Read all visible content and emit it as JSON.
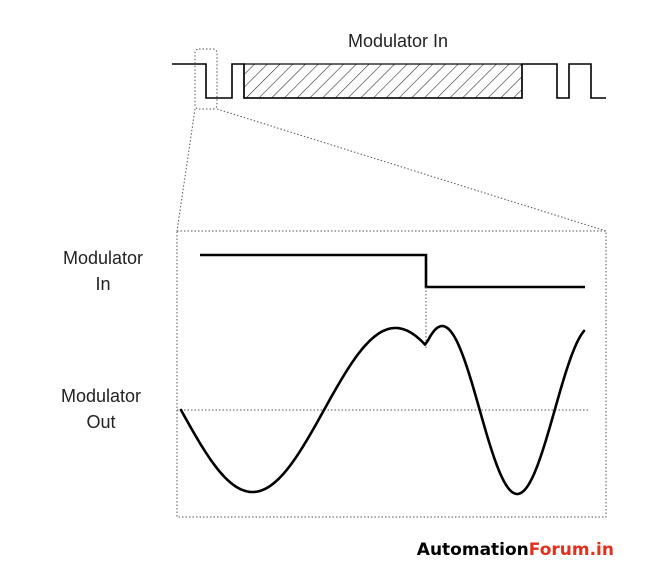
{
  "top_signal": {
    "title": "Modulator In"
  },
  "zoom_panel": {
    "input_label_line1": "Modulator",
    "input_label_line2": "In",
    "output_label_line1": "Modulator",
    "output_label_line2": "Out"
  },
  "watermark": {
    "part1": "Automation",
    "part2": "Forum.in",
    "color_part1": "#000000",
    "color_part2": "#e0301e"
  },
  "colors": {
    "stroke": "#000000",
    "dotted": "#555555",
    "hatch": "#333333"
  }
}
